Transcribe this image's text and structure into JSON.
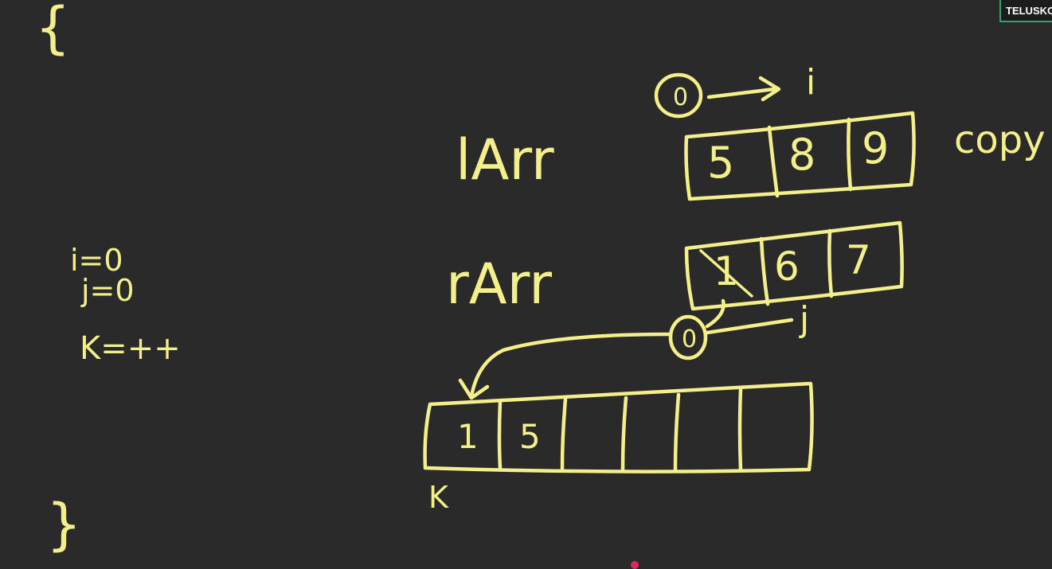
{
  "brand": {
    "label": "TELUSKO"
  },
  "code": {
    "open_brace": "{",
    "close_brace": "}",
    "i_init": "i=0",
    "j_init": "j=0",
    "k_incr": "K=++"
  },
  "arrays": {
    "left": {
      "label": "lArr",
      "values": [
        "5",
        "8",
        "9"
      ],
      "pointer_index": "0",
      "pointer_var": "i"
    },
    "right": {
      "label": "rArr",
      "values": [
        "1",
        "6",
        "7"
      ],
      "pointer_index": "0",
      "pointer_var": "j"
    },
    "merged": {
      "values": [
        "1",
        "5",
        "",
        "",
        "",
        ""
      ],
      "pointer_var": "K"
    }
  },
  "annotation": {
    "copy": "copy"
  },
  "colors": {
    "chalk": "#f3ef8a",
    "board": "#2a2a2a",
    "brand_border": "#2ea36b"
  }
}
